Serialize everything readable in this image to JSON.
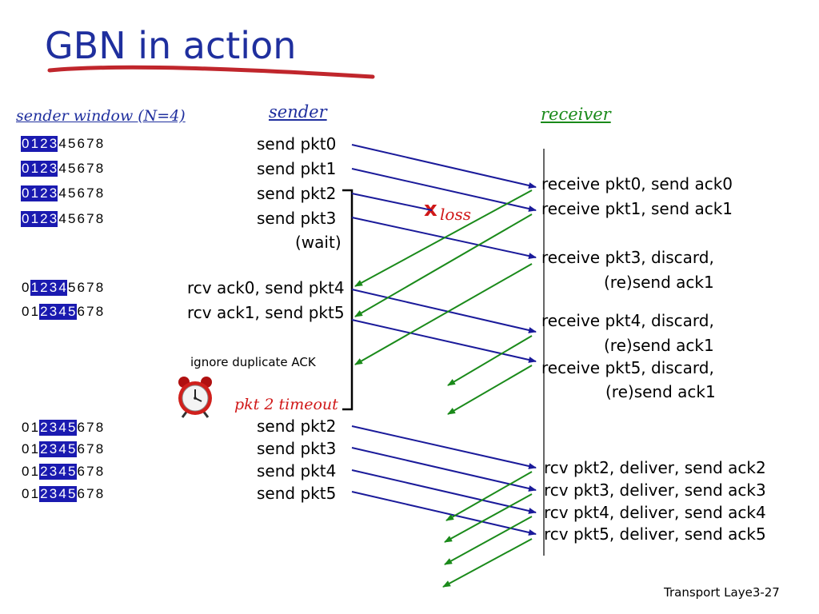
{
  "title": "GBN in action",
  "headers": {
    "sender_window": "sender window (N=4)",
    "sender": "sender",
    "receiver": "receiver"
  },
  "sender_events": [
    "send  pkt0",
    "send  pkt1",
    "send  pkt2",
    "send  pkt3",
    "(wait)",
    "rcv ack0, send pkt4",
    "rcv ack1, send pkt5",
    "send  pkt2",
    "send  pkt3",
    "send  pkt4",
    "send  pkt5"
  ],
  "receiver_events": [
    "receive pkt0, send ack0",
    "receive pkt1, send ack1",
    "receive pkt3, discard,",
    "(re)send ack1",
    "receive pkt4, discard,",
    "(re)send ack1",
    "receive pkt5, discard,",
    "(re)send ack1",
    "rcv pkt2, deliver, send ack2",
    "rcv pkt3, deliver, send ack3",
    "rcv pkt4, deliver, send ack4",
    "rcv pkt5, deliver, send ack5"
  ],
  "annotations": {
    "loss": "loss",
    "loss_mark": "x",
    "ignore_dup": "ignore duplicate ACK",
    "timeout": "pkt 2 timeout"
  },
  "windows": {
    "digits": [
      "0",
      "1",
      "2",
      "3",
      "4",
      "5",
      "6",
      "7",
      "8"
    ],
    "rows": [
      {
        "base": 0
      },
      {
        "base": 0
      },
      {
        "base": 0
      },
      {
        "base": 0
      },
      {
        "base": 1
      },
      {
        "base": 2
      },
      {
        "base": 2
      },
      {
        "base": 2
      },
      {
        "base": 2
      },
      {
        "base": 2
      }
    ],
    "size": 4
  },
  "footer": {
    "label": "Transport Laye",
    "page": "3-27"
  },
  "colors": {
    "title": "#1f2f9e",
    "packet_arrow": "#1a1a9a",
    "ack_arrow": "#1a8a1a",
    "loss": "#d01818",
    "underline": "#c0262c"
  },
  "icon": "alarm-clock-icon"
}
